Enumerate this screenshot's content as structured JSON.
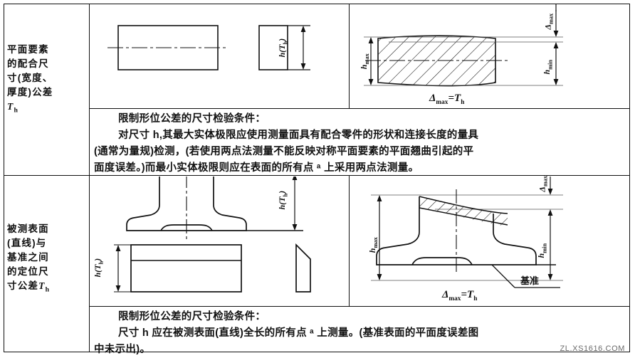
{
  "document": {
    "watermark": "ZL.XS1616.COM"
  },
  "rows": [
    {
      "label_lines": [
        "平面要素",
        "的配合尺",
        "寸(宽度、",
        "厚度)公差"
      ],
      "label_symbol_base": "T",
      "label_symbol_sub": "h",
      "note_lines": [
        "限制形位公差的尺寸检验条件：",
        "对尺寸 h,其最大实体极限应使用测量面具有配合零件的形状和连接长度的量具",
        "(通常为量规)检测，(若使用两点法测量不能反映对称平面要素的平面翘曲引起的平",
        "面度误差。)而最小实体极限则应在表面的所有点 ᵃ 上采用两点法测量。"
      ],
      "drawings": {
        "left": {
          "name": "plain-rectangular-part-views",
          "dim_label": "h(T h)",
          "dim_label_base": "h(T",
          "dim_label_sub": "h",
          "dim_label_close": ")"
        },
        "right": {
          "name": "hatched-section-with-deviation",
          "h_max": "h max",
          "h_max_base": "h",
          "h_max_sub": "max",
          "h_min_base": "h",
          "h_min_sub": "min",
          "delta_base": "Δ",
          "delta_sub": "max",
          "equation_lhs_base": "Δ",
          "equation_lhs_sub": "max",
          "equation_mid": "=",
          "equation_rhs_base": "T",
          "equation_rhs_sub": "h"
        }
      }
    },
    {
      "label_lines": [
        "被测表面",
        "(直线)与",
        "基准之间",
        "的定位尺",
        "寸公差"
      ],
      "label_symbol_base": "T",
      "label_symbol_sub": "h",
      "note_lines": [
        "限制形位公差的尺寸检验条件：",
        "尺寸 h 应在被测表面(直线)全长的所有点 ᵃ 上测量。(基准表面的平面度误差图",
        "中未示出)。"
      ],
      "drawings": {
        "left": {
          "name": "t-slot-part-front-and-top-views",
          "dim_label_base": "h(T",
          "dim_label_sub": "h",
          "dim_label_close": ")"
        },
        "right": {
          "name": "t-slot-section-with-datum",
          "h_max_base": "h",
          "h_max_sub": "max",
          "h_min_base": "h",
          "h_min_sub": "min",
          "delta_base": "Δ",
          "delta_sub": "max",
          "datum_label": "基准",
          "equation_lhs_base": "Δ",
          "equation_lhs_sub": "max",
          "equation_mid": "=",
          "equation_rhs_base": "T",
          "equation_rhs_sub": "h"
        }
      }
    }
  ]
}
